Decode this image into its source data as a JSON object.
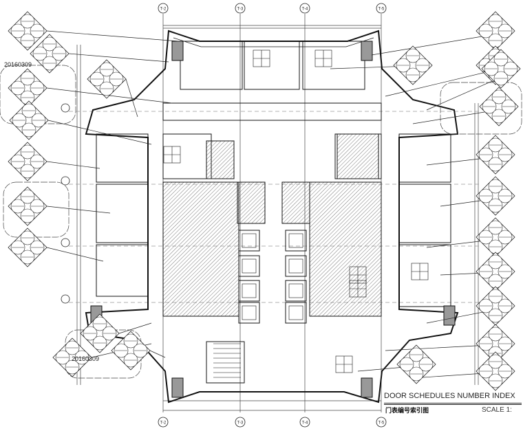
{
  "drawing": {
    "title": "DOOR SCHEDULES NUMBER INDEX",
    "subtitle": "门表编号索引图",
    "scale": "SCALE 1:",
    "revision_date": "20160309",
    "grid_columns": [
      "T-2",
      "T-3",
      "T-4",
      "T-5"
    ]
  }
}
